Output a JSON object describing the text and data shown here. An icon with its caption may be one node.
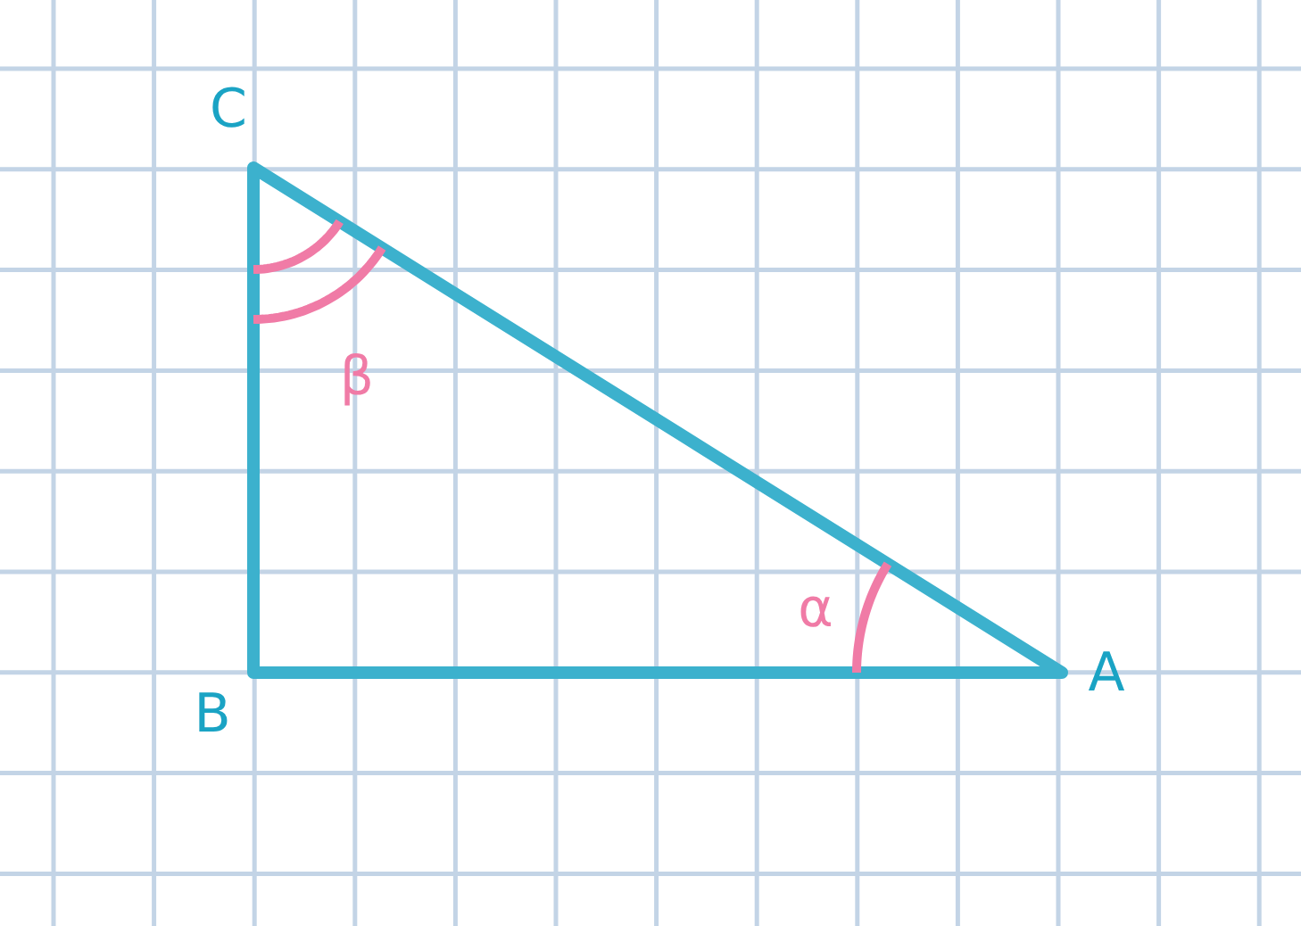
{
  "diagram": {
    "labels": [
      "C",
      "β",
      "α",
      "B",
      "A"
    ]
  }
}
